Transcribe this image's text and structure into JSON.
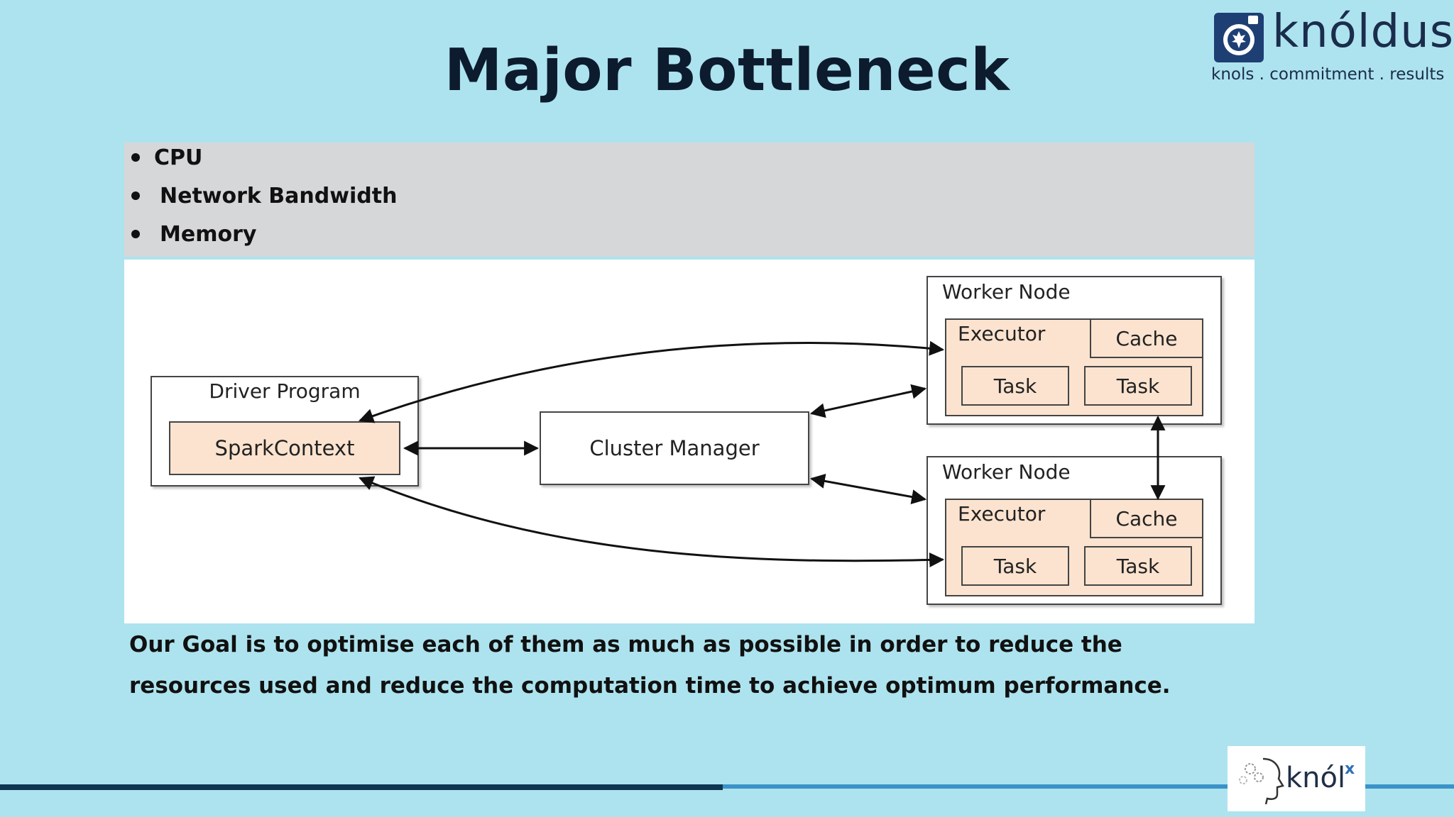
{
  "title": "Major Bottleneck",
  "logo": {
    "name": "knóldus",
    "tagline": "knols . commitment . results"
  },
  "bullets": [
    "CPU",
    "Network Bandwidth",
    "Memory"
  ],
  "diagram": {
    "driver_program": "Driver Program",
    "spark_context": "SparkContext",
    "cluster_manager": "Cluster Manager",
    "worker_nodes": [
      {
        "title": "Worker Node",
        "executor": "Executor",
        "cache": "Cache",
        "tasks": [
          "Task",
          "Task"
        ]
      },
      {
        "title": "Worker Node",
        "executor": "Executor",
        "cache": "Cache",
        "tasks": [
          "Task",
          "Task"
        ]
      }
    ]
  },
  "goal_text": "Our Goal is to optimise each of them as much as possible in order to reduce the resources used and reduce the computation time to achieve optimum performance.",
  "footer": {
    "brand": "knól",
    "brand_sup": "x"
  },
  "colors": {
    "background": "#ade3ee",
    "panel": "#d6d7d9",
    "box_fill": "#fbe3cf",
    "footer_dark": "#0f3550",
    "footer_light": "#3a93c8"
  }
}
